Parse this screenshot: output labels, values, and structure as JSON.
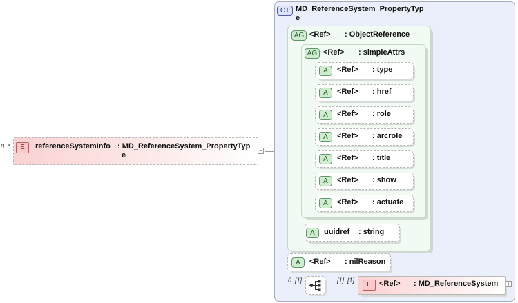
{
  "root_element": {
    "tag": "E",
    "cardinality": "0..*",
    "name": "referenceSystemInfo",
    "type": ": MD_ReferenceSystem_PropertyTyp",
    "type_cont": "e"
  },
  "complex_type": {
    "tag": "CT",
    "name": "MD_ReferenceSystem_PropertyTyp",
    "name_cont": "e"
  },
  "object_reference": {
    "tag": "AG",
    "ref": "<Ref>",
    "name": ": ObjectReference"
  },
  "simple_attrs": {
    "tag": "AG",
    "ref": "<Ref>",
    "name": ": simpleAttrs",
    "attributes": [
      {
        "tag": "A",
        "ref": "<Ref>",
        "name": ": type"
      },
      {
        "tag": "A",
        "ref": "<Ref>",
        "name": ": href"
      },
      {
        "tag": "A",
        "ref": "<Ref>",
        "name": ": role"
      },
      {
        "tag": "A",
        "ref": "<Ref>",
        "name": ": arcrole"
      },
      {
        "tag": "A",
        "ref": "<Ref>",
        "name": ": title"
      },
      {
        "tag": "A",
        "ref": "<Ref>",
        "name": ": show"
      },
      {
        "tag": "A",
        "ref": "<Ref>",
        "name": ": actuate"
      }
    ]
  },
  "uuidref": {
    "tag": "A",
    "name": "uuidref",
    "type": ": string"
  },
  "nil_reason": {
    "tag": "A",
    "ref": "<Ref>",
    "name": ": nilReason"
  },
  "sequence": {
    "cardinality_left": "0..[1]",
    "cardinality_right": "[1]..[1]"
  },
  "child_element": {
    "tag": "E",
    "ref": "<Ref>",
    "name": ": MD_ReferenceSystem"
  },
  "colors": {
    "complex_type_bg": "#ebeefb",
    "attribute_group_bg": "#f1fbf3",
    "element_fill": "#fbd2d2",
    "connector": "#9a9a9a"
  },
  "icons": {
    "sequence": "sequence-compositor-icon",
    "expand": "expand-plus-icon"
  }
}
